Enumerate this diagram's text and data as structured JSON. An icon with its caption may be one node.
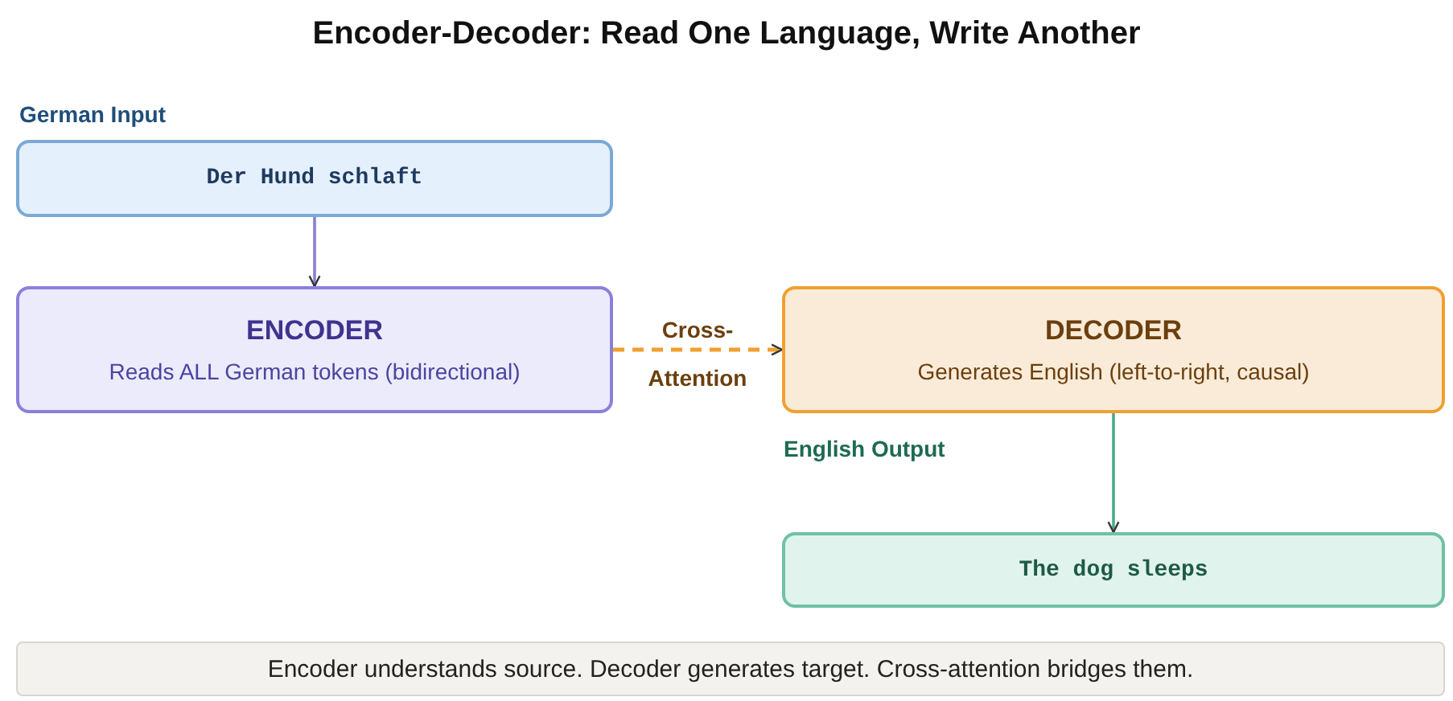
{
  "diagram": {
    "title": "Encoder-Decoder: Read One Language, Write Another",
    "nodes": [
      {
        "text": [
          "Der Hund schlaft"
        ]
      },
      {
        "text": [
          "ENCODER",
          "Reads ALL German tokens (bidirectional)"
        ]
      },
      {
        "text": [
          "DECODER",
          "Generates English (left-to-right, causal)"
        ]
      },
      {
        "text": [
          "The dog sleeps"
        ]
      },
      {
        "text": [
          "Encoder understands source. Decoder generates target. Cross-attention bridges them."
        ]
      }
    ],
    "edges": [
      {
        "from": 0,
        "to": 1,
        "arrow": "to",
        "color": "#8a80cf"
      },
      {
        "from": 1,
        "to": 2,
        "arrow": "to",
        "label": "Cross- Attention",
        "style": "dashed",
        "color": "#f0a030"
      },
      {
        "from": 2,
        "to": 3,
        "arrow": "to",
        "color": "#4aab8c"
      }
    ],
    "labels": [
      "German Input",
      "English Output"
    ]
  }
}
